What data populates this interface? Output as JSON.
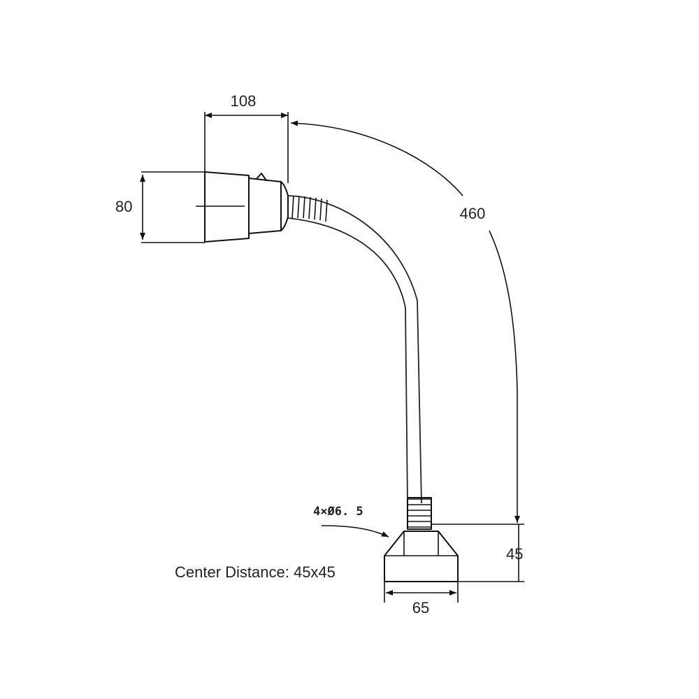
{
  "dimensions": {
    "head_length": "108",
    "head_diameter": "80",
    "arm_length": "460",
    "base_height": "45",
    "base_width": "65"
  },
  "hole_note": "4×Ø6. 5",
  "center_distance": "Center Distance: 45x45"
}
